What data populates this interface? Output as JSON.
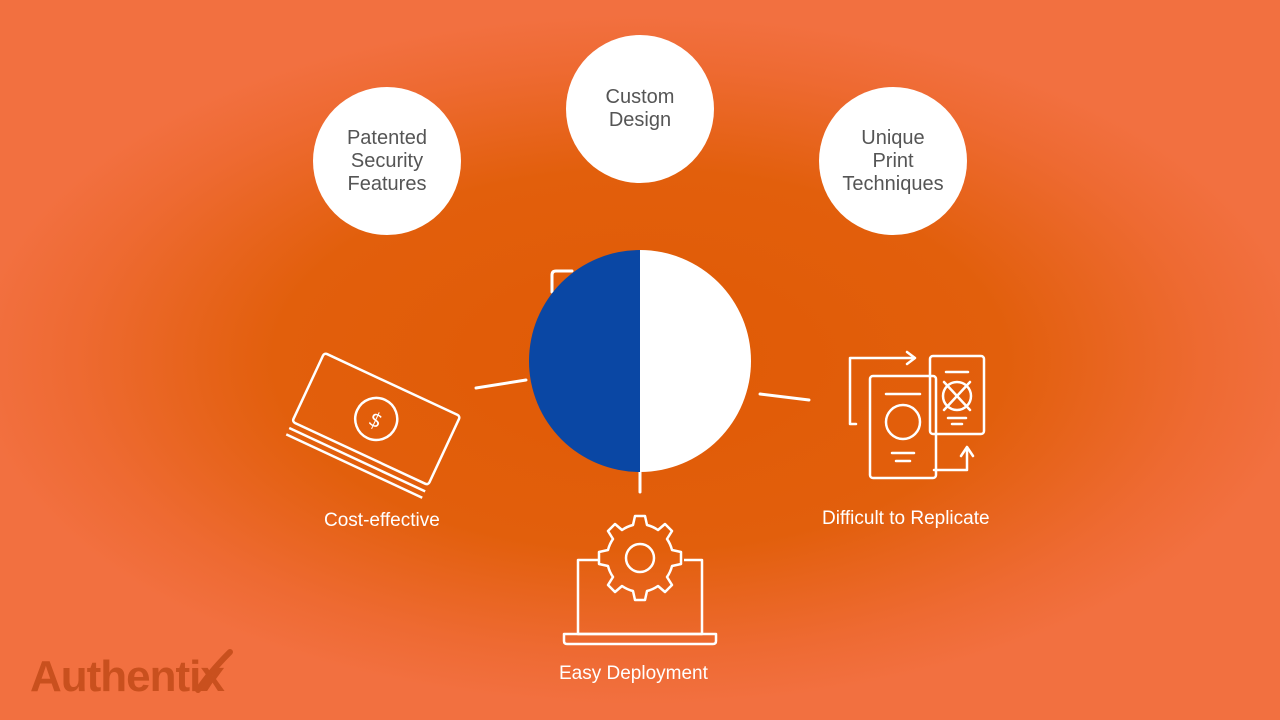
{
  "features": {
    "patented_security": "Patented\nSecurity\nFeatures",
    "custom_design": "Custom\nDesign",
    "unique_print": "Unique\nPrint\nTechniques"
  },
  "benefits": {
    "cost_effective": "Cost-effective",
    "easy_deployment": "Easy Deployment",
    "difficult_to_replicate": "Difficult to Replicate"
  },
  "brand": {
    "logo_text": "Authentix"
  },
  "colors": {
    "background": "#e05a05",
    "circle_left": "#0a47a4",
    "circle_right": "#ffffff",
    "line": "#ffffff"
  },
  "icons": {
    "money": "dollar-bill-stack-icon",
    "deployment": "laptop-gear-icon",
    "replicate": "documents-swap-icon"
  }
}
